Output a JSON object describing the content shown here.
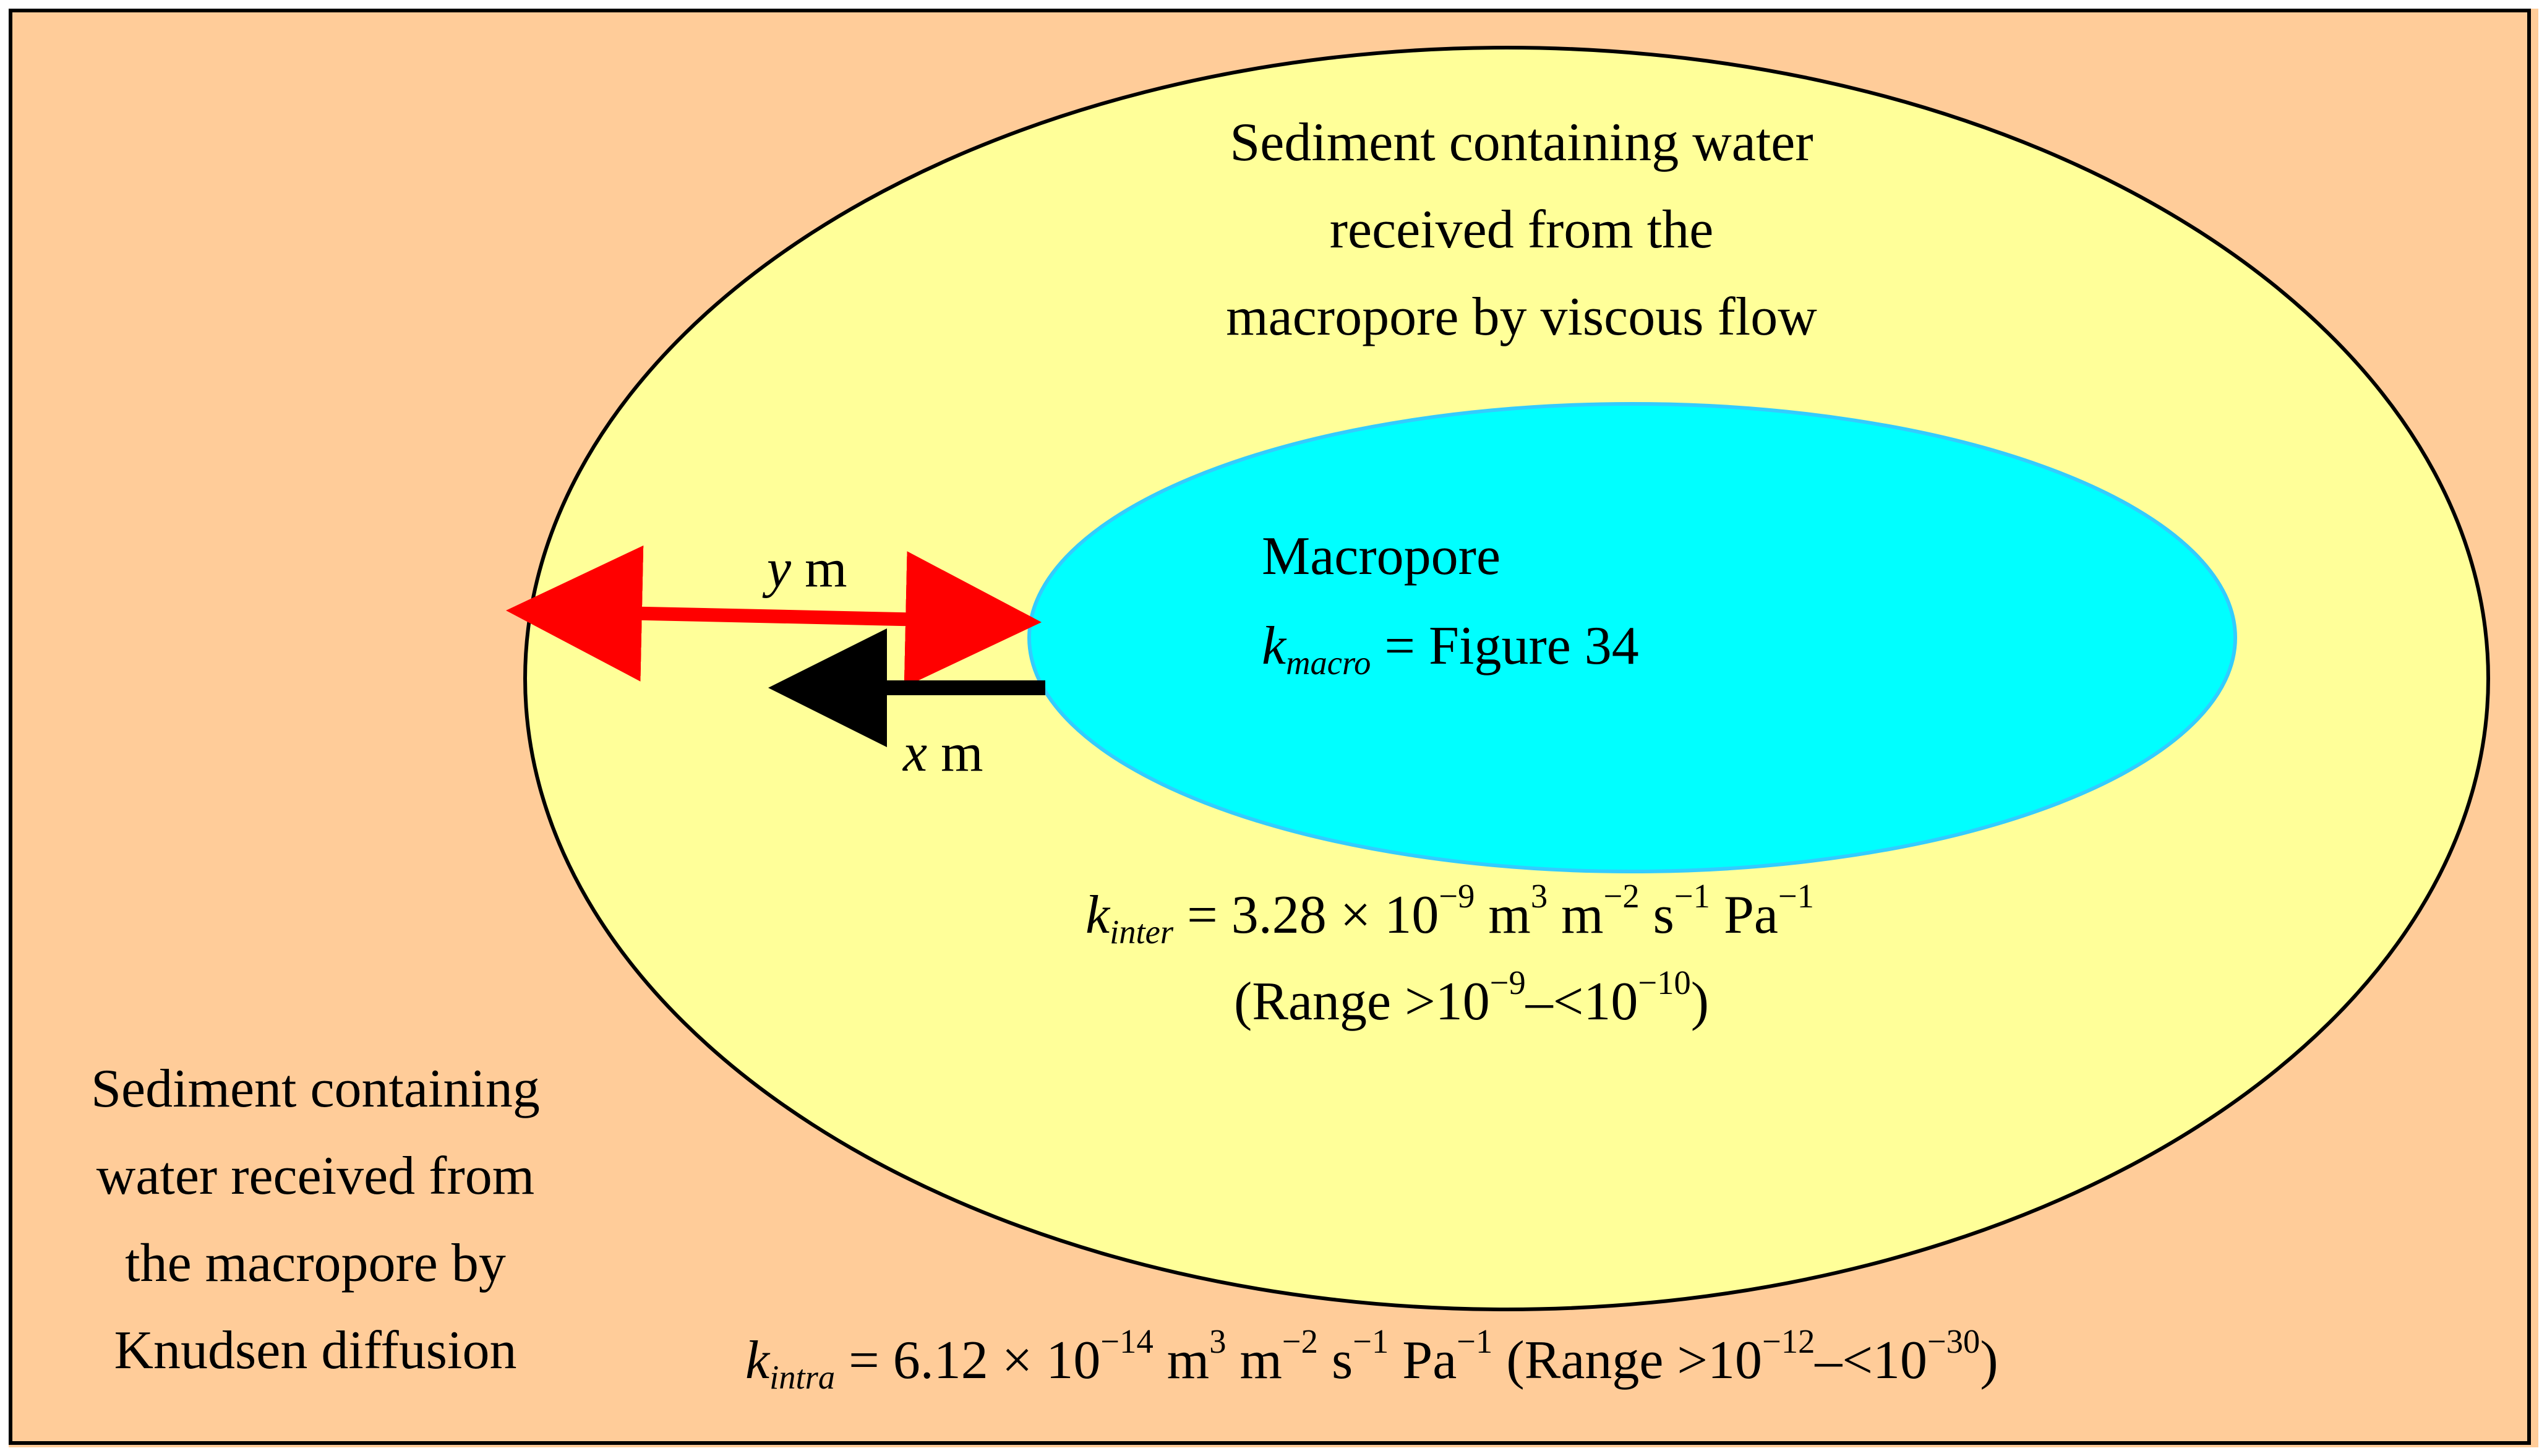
{
  "colors": {
    "background": "#FFCC99",
    "outer_ellipse_fill": "#FFFF99",
    "macropore_fill": "#00FFFF",
    "macropore_stroke": "#33CCFF",
    "arrow_red": "#FF0000",
    "arrow_black": "#000000"
  },
  "outer_zone": {
    "label_lines": [
      "Sediment containing water",
      "received from the",
      "macropore by viscous flow"
    ]
  },
  "corner_zone": {
    "label_lines": [
      "Sediment containing",
      "water received from",
      "the macropore by",
      "Knudsen diffusion"
    ]
  },
  "macropore": {
    "title": "Macropore",
    "k_symbol": "k",
    "k_subscript": "macro",
    "k_value": " = Figure 34"
  },
  "arrows": {
    "y": {
      "var": "y",
      "unit": " m"
    },
    "x": {
      "var": "x",
      "unit": " m"
    }
  },
  "k_inter": {
    "symbol": "k",
    "subscript": "inter",
    "value": " = 3.28 × 10",
    "exp": "−9",
    "unit_m3": " m",
    "exp_3": "3",
    "unit_m2": " m",
    "exp_m2": "−2",
    "unit_s": " s",
    "exp_s": "−1",
    "unit_pa": " Pa",
    "exp_pa": "−1",
    "range_open": "(Range >10",
    "range_exp1": "−9",
    "range_mid": "–<10",
    "range_exp2": "−10",
    "range_close": ")"
  },
  "k_intra": {
    "symbol": "k",
    "subscript": "intra",
    "value": " = 6.12 × 10",
    "exp": "−14",
    "unit_m3": " m",
    "exp_3": "3",
    "unit_m2": " m",
    "exp_m2": "−2",
    "unit_s": " s",
    "exp_s": "−1",
    "unit_pa": " Pa",
    "exp_pa": "−1",
    "range_open": " (Range >10",
    "range_exp1": "−12",
    "range_mid": "–<10",
    "range_exp2": "−30",
    "range_close": ")"
  }
}
